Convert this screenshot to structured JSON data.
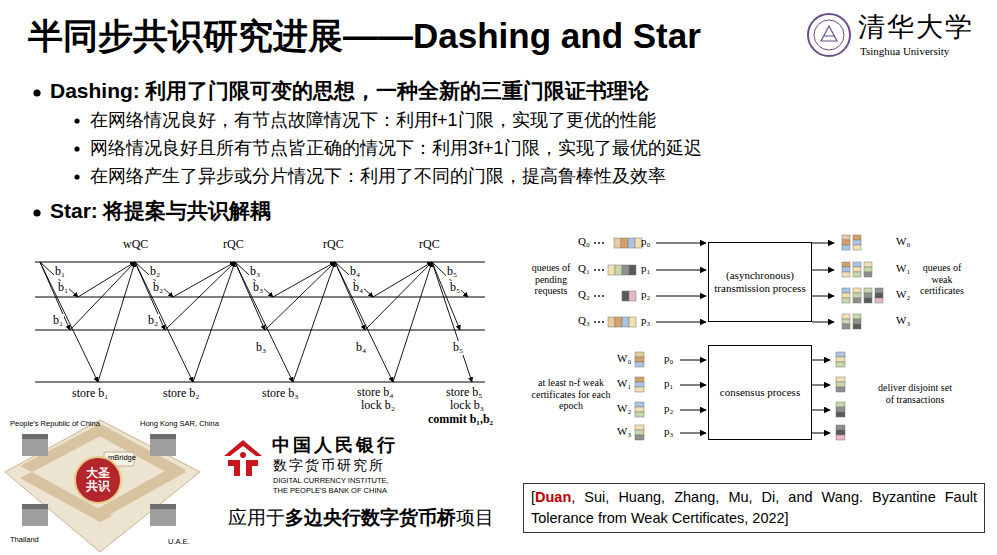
{
  "diagram": {
    "title": "半同步共识研究进展——Dashing and Star",
    "nodes": [
      {
        "text": [
          "(asynchronous) transmission process"
        ]
      },
      {
        "text": [
          "consensus process"
        ]
      },
      {
        "text": [
          "大圣共识"
        ]
      },
      {
        "text": [
          "[",
          "Duan",
          ", Sui, Huang, Zhang, Mu, Di, and Wang. Byzantine Fault Tolerance from Weak Certificates, 2022]"
        ]
      }
    ],
    "labels": [
      "清华大学",
      "Tsinghua University",
      "Dashing:",
      "利用了门限可变的思想，一种全新的三重门限证书理论",
      "在网络情况良好，有节点故障情况下：利用f+1门限，实现了更优的性能",
      "网络情况良好且所有节点皆正确的情况下：利用3f+1门限，实现了最优的延迟",
      "在网络产生了异步或分片情况下：利用了不同的门限，提高鲁棒性及效率",
      "Star:",
      "将提案与共识解耦",
      "wQC",
      "rQC",
      "rQC",
      "rQC",
      "b₁",
      "b₁",
      "b₁",
      "b₂",
      "b₂",
      "b₂",
      "b₃",
      "b₃",
      "b₃",
      "b₄",
      "b₄",
      "b₄",
      "b₅",
      "b₅",
      "b₅",
      "store b₁",
      "store b₂",
      "store b₃",
      "store b₄",
      "lock b₂",
      "store b₅",
      "lock b₃",
      "commit b₁,b₂",
      "Q₀",
      "Q₁",
      "Q₂",
      "Q₃",
      "p₀",
      "p₁",
      "p₂",
      "p₃",
      "queues of pending requests",
      "W₀",
      "W₁",
      "W₂",
      "W₃",
      "queues of weak certificates",
      "W₀",
      "W₁",
      "W₂",
      "W₃",
      "p₀",
      "p₁",
      "p₂",
      "p₃",
      "at least n-f weak certificates for each epoch",
      "deliver disjoint set of transactions",
      "People's Republic of China",
      "Hong Kong SAR, China",
      "mBridge",
      "Thailand",
      "U.A.E.",
      "中国人民银行",
      "数字货币研究所",
      "DIGITAL CURRENCY INSTITUTE,",
      "THE PEOPLE'S BANK OF CHINA",
      "应用于",
      "多边央行数字货币桥",
      "项目"
    ]
  }
}
